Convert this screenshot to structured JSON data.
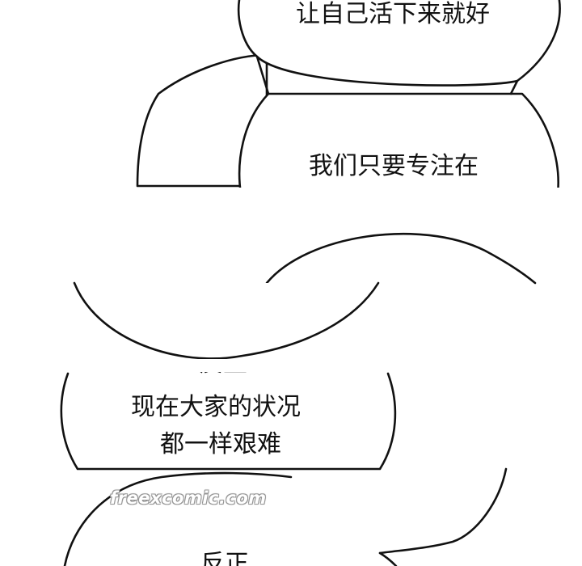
{
  "panels": [
    {
      "id": "top",
      "lines": [
        "让自己活下来就好",
        "我们只要专注在"
      ]
    },
    {
      "id": "middle",
      "lines": [
        "反正",
        "现在大家的状况",
        "都一样艰难"
      ]
    },
    {
      "id": "bottom",
      "lines": [
        "反正"
      ]
    }
  ],
  "watermark": "freexcomic.com",
  "colors": {
    "ink": "#111111",
    "paper": "#ffffff",
    "watermark_outline": "#9a9a9a"
  }
}
